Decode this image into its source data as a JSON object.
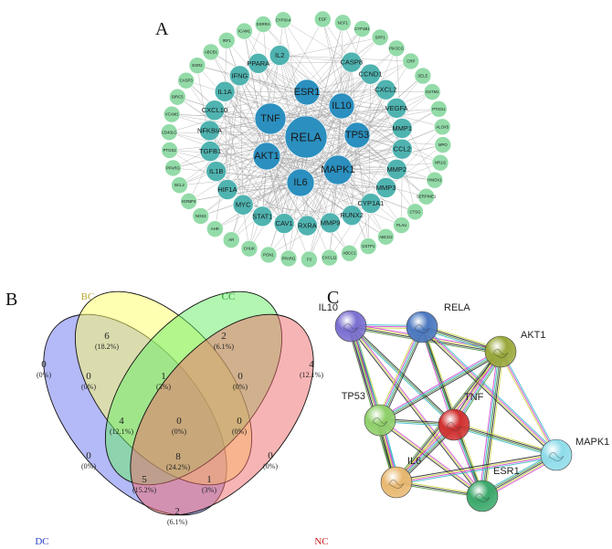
{
  "panels": {
    "a": "A",
    "b": "B",
    "c": "C"
  },
  "colors": {
    "hub": "#2b8fbf",
    "mid": "#4fb3b0",
    "outer": "#93dba8",
    "venn_bc": "#ffff66",
    "venn_cc": "#66ee66",
    "venn_dc": "#6a74f0",
    "venn_nc": "#f06a6a",
    "bc_label": "#b8a830",
    "cc_label": "#2c9c2c",
    "dc_label": "#2a3ec8",
    "nc_label": "#d02020"
  },
  "network": {
    "hub_nodes": [
      "RELA",
      "TNF",
      "IL6",
      "AKT1",
      "MAPK1",
      "IL10",
      "TP53",
      "ESR1"
    ],
    "mid_nodes": [
      "CASP8",
      "CCND1",
      "CXCL2",
      "VEGFA",
      "MMP1",
      "CCL2",
      "MMP2",
      "MMP3",
      "CYP1A1",
      "RUNX2",
      "MMP9",
      "RXRA",
      "CAV1",
      "STAT1",
      "MYC",
      "HIF1A",
      "IL1B",
      "TGFB1",
      "NFKBIA",
      "CXCL10",
      "IL1A",
      "IFNG",
      "PPARA",
      "IL2"
    ],
    "outer_nodes": [
      "EGF",
      "NCF1",
      "CYP1B1",
      "SPP1",
      "PIK3CG",
      "CRP",
      "SELE",
      "GSTM1",
      "PTGS1",
      "ALOX5",
      "MPO",
      "NR1I2",
      "HMOX1",
      "SERPINE1",
      "CTSG",
      "PLAU",
      "ABCG2",
      "GSTP1",
      "ABCC1",
      "CXCL11",
      "F3",
      "PPARG",
      "PON1",
      "CHUK",
      "AR",
      "AHR",
      "NOS3",
      "IGFBP3",
      "BCL2",
      "PPARG",
      "PTGS2",
      "CD40LG",
      "VCAM1",
      "BIRC5",
      "CASP3",
      "ESR2",
      "ABCB1",
      "IRF1",
      "ICAM1",
      "ESRRA",
      "CYP3A4"
    ]
  },
  "venn": {
    "sets": [
      "BC",
      "CC",
      "DC",
      "NC"
    ],
    "regions": [
      {
        "count": "6",
        "pct": "(18.2%)"
      },
      {
        "count": "2",
        "pct": "(6.1%)"
      },
      {
        "count": "0",
        "pct": "(0%)"
      },
      {
        "count": "4",
        "pct": "(12.1%)"
      },
      {
        "count": "0",
        "pct": "(0%)"
      },
      {
        "count": "1",
        "pct": "(3%)"
      },
      {
        "count": "0",
        "pct": "(0%)"
      },
      {
        "count": "4",
        "pct": "(12.1%)"
      },
      {
        "count": "0",
        "pct": "(0%)"
      },
      {
        "count": "0",
        "pct": "(0%)"
      },
      {
        "count": "8",
        "pct": "(24.2%)"
      },
      {
        "count": "0",
        "pct": "(0%)"
      },
      {
        "count": "0",
        "pct": "(0%)"
      },
      {
        "count": "5",
        "pct": "(15.2%)"
      },
      {
        "count": "1",
        "pct": "(3%)"
      },
      {
        "count": "2",
        "pct": "(6.1%)"
      }
    ]
  },
  "string_network": {
    "nodes": [
      "IL10",
      "RELA",
      "AKT1",
      "TP53",
      "TNF",
      "MAPK1",
      "IL6",
      "ESR1"
    ],
    "node_colors": [
      "#7a6fd0",
      "#4a78c0",
      "#9aa83a",
      "#8fcf6a",
      "#d03030",
      "#8fdcea",
      "#e8b870",
      "#3aa86a"
    ],
    "edge_colors": [
      "#2fb8c8",
      "#d040d0",
      "#c8d23a",
      "#20202a",
      "#4a8a3a"
    ]
  }
}
